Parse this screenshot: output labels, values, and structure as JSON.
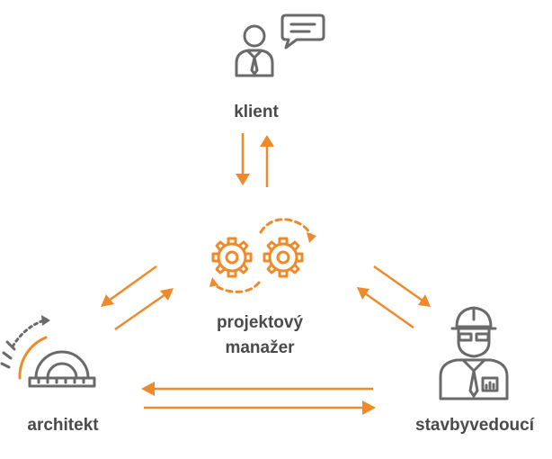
{
  "nodes": {
    "client": {
      "label": "klient",
      "icon": "client-speech-icon"
    },
    "manager": {
      "label_line1": "projektový",
      "label_line2": "manažer",
      "icon": "gears-icon"
    },
    "architect": {
      "label": "architekt",
      "icon": "protractor-icon"
    },
    "site_manager": {
      "label": "stavbyvedoucí",
      "icon": "builder-helmet-icon"
    }
  },
  "connections": [
    {
      "from": "klient",
      "to": "projektový manažer",
      "bidirectional": true
    },
    {
      "from": "projektový manažer",
      "to": "architekt",
      "bidirectional": true
    },
    {
      "from": "projektový manažer",
      "to": "stavbyvedoucí",
      "bidirectional": true
    },
    {
      "from": "architekt",
      "to": "stavbyvedoucí",
      "bidirectional": true
    }
  ],
  "colors": {
    "accent": "#ef8a2b",
    "icon": "#6a6a6a",
    "text": "#4a4a4a"
  }
}
